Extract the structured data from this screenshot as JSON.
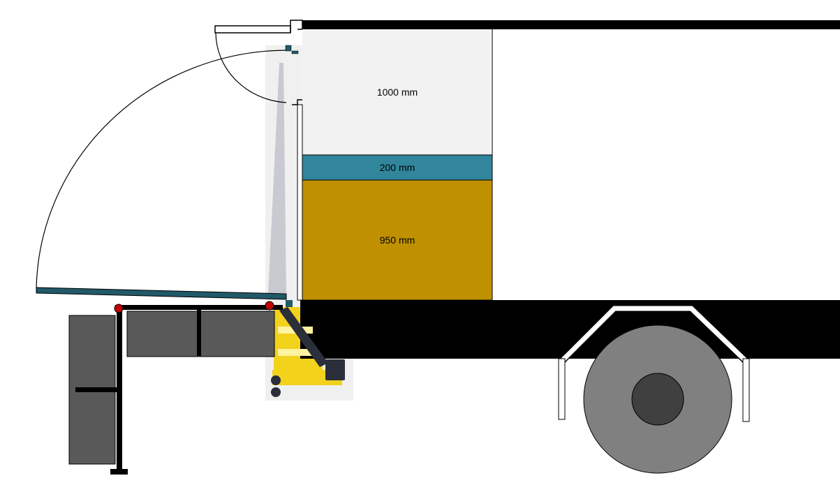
{
  "layers": [
    {
      "label": "1000 mm",
      "color": "#f2f2f2"
    },
    {
      "label": "200 mm",
      "color": "#31869b"
    },
    {
      "label": "950 mm",
      "color": "#bf9000"
    }
  ],
  "colors": {
    "chassis": "#000000",
    "platform": "#215968",
    "box": "#595959",
    "wheel": "#808080",
    "hub": "#404040",
    "pivot": "#c00000",
    "lift": "#f2d21b"
  }
}
